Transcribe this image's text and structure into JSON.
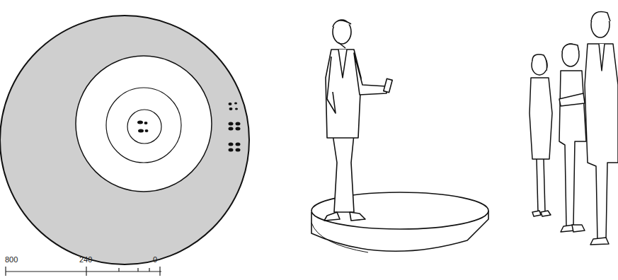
{
  "diagram": {
    "labels": [
      "800",
      "240",
      "0"
    ]
  }
}
